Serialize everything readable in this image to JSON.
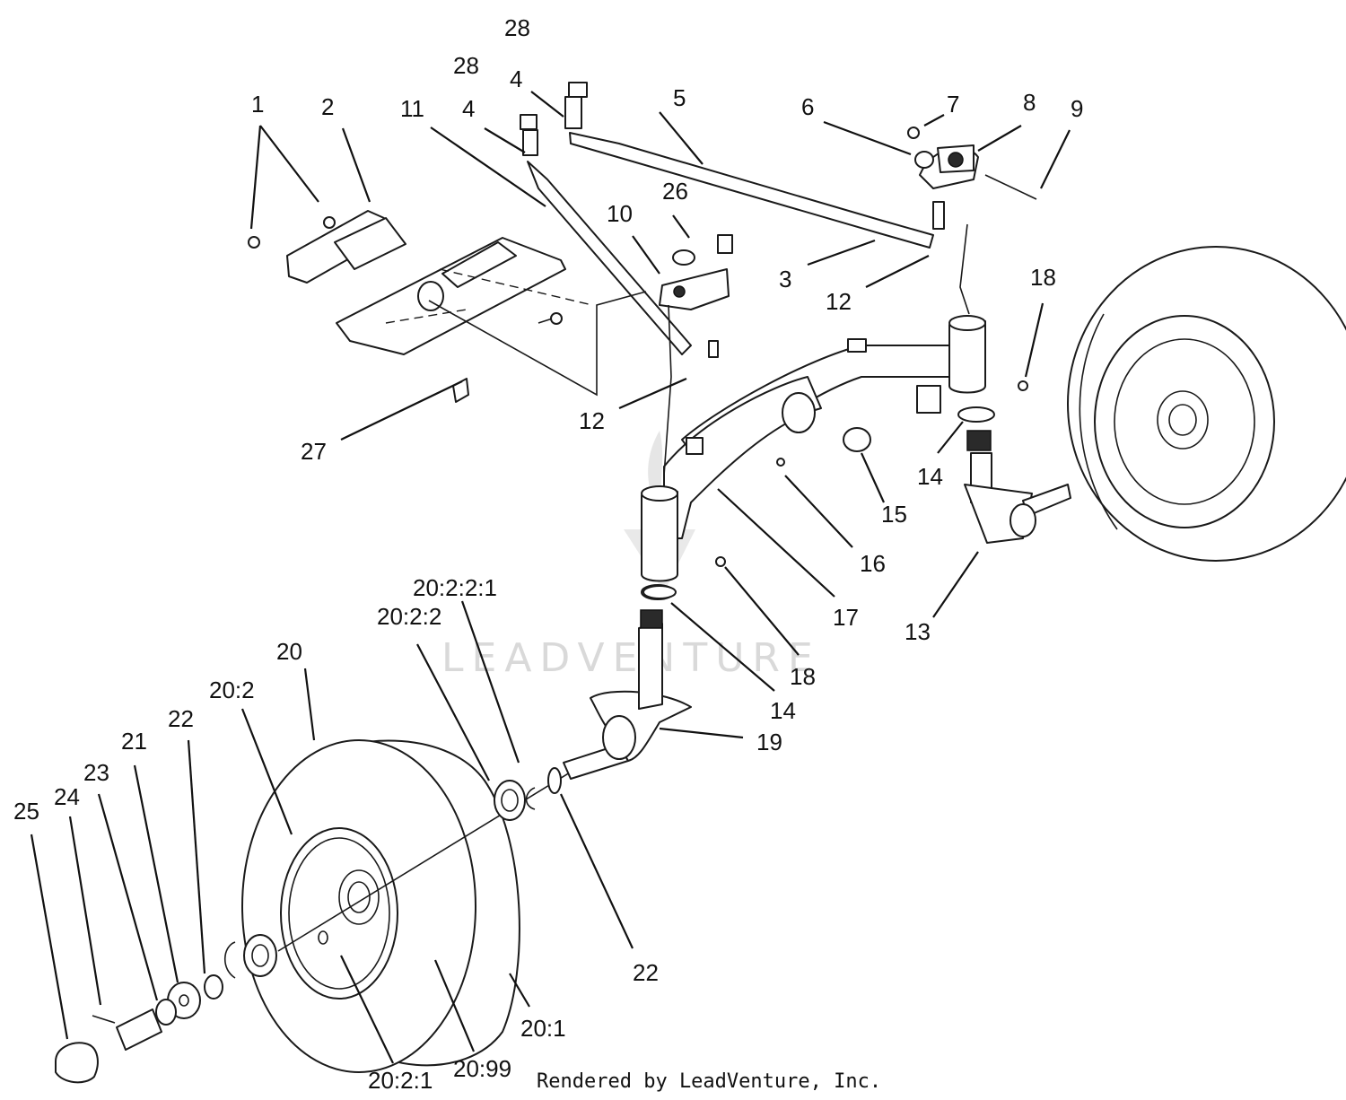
{
  "callouts": {
    "c1": "1",
    "c2": "2",
    "c3": "3",
    "c4a": "4",
    "c4b": "4",
    "c5": "5",
    "c6": "6",
    "c7": "7",
    "c8": "8",
    "c9": "9",
    "c10": "10",
    "c11": "11",
    "c12a": "12",
    "c12b": "12",
    "c13": "13",
    "c14a": "14",
    "c14b": "14",
    "c15": "15",
    "c16": "16",
    "c17": "17",
    "c18a": "18",
    "c18b": "18",
    "c19": "19",
    "c20": "20",
    "c20_1": "20:1",
    "c20_2": "20:2",
    "c20_2_1": "20:2:1",
    "c20_2_2": "20:2:2",
    "c20_2_2_1": "20:2:2:1",
    "c20_99": "20:99",
    "c21": "21",
    "c22a": "22",
    "c22b": "22",
    "c23": "23",
    "c24": "24",
    "c25": "25",
    "c26": "26",
    "c27": "27",
    "c28a": "28",
    "c28b": "28"
  },
  "watermark": "LEADVENTURE",
  "credit": "Rendered by LeadVenture, Inc.",
  "colors": {
    "line": "#1a1a1a",
    "watermark": "#d9d9d9",
    "background": "#ffffff"
  }
}
